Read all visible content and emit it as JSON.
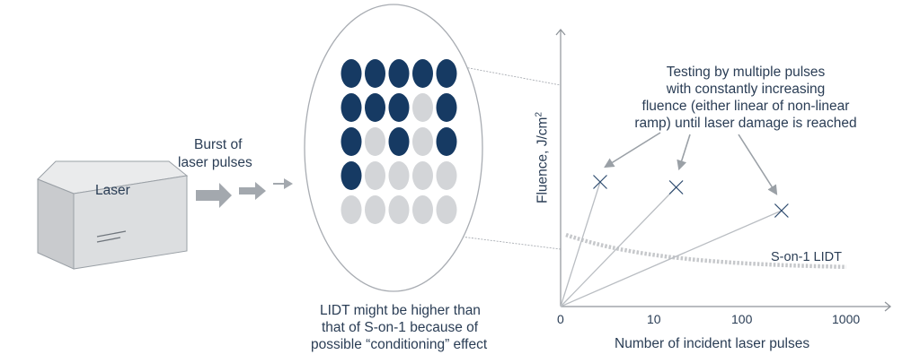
{
  "laser": {
    "label": "Laser"
  },
  "burst": {
    "line1": "Burst of",
    "line2": "laser pulses"
  },
  "spot_matrix": {
    "colors": {
      "damaged": "#163a63",
      "undamaged": "#d3d5d8",
      "outline": "#a8acb2"
    },
    "rows": [
      [
        "damaged",
        "damaged",
        "damaged",
        "damaged",
        "damaged"
      ],
      [
        "damaged",
        "damaged",
        "damaged",
        "undamaged",
        "damaged"
      ],
      [
        "damaged",
        "undamaged",
        "damaged",
        "undamaged",
        "damaged"
      ],
      [
        "damaged",
        "undamaged",
        "undamaged",
        "undamaged",
        "undamaged"
      ],
      [
        "undamaged",
        "undamaged",
        "undamaged",
        "undamaged",
        "undamaged"
      ]
    ]
  },
  "caption": {
    "line1": "LIDT might be higher than",
    "line2": "that of S-on-1 because of",
    "line3": "possible “conditioning” effect"
  },
  "annotation": {
    "line1": "Testing by multiple pulses",
    "line2": "with constantly increasing",
    "line3": "fluence (either linear of non-linear",
    "line4": "ramp) until laser damage is reached"
  },
  "chart_data": {
    "type": "line",
    "xlabel": "Number of incident laser pulses",
    "ylabel_text": "Fluence, J/cm",
    "ylabel_sup": "2",
    "x_ticks": [
      "0",
      "10",
      "100",
      "1000"
    ],
    "x_scale": "log",
    "ramps_end_x": [
      2,
      16,
      230
    ],
    "threshold_label": "S-on-1 LIDT",
    "colors": {
      "axis": "#8f949a",
      "ramp": "#b9bdc2",
      "threshold": "#c6c8cb",
      "marker": "#2c4a6e"
    }
  }
}
